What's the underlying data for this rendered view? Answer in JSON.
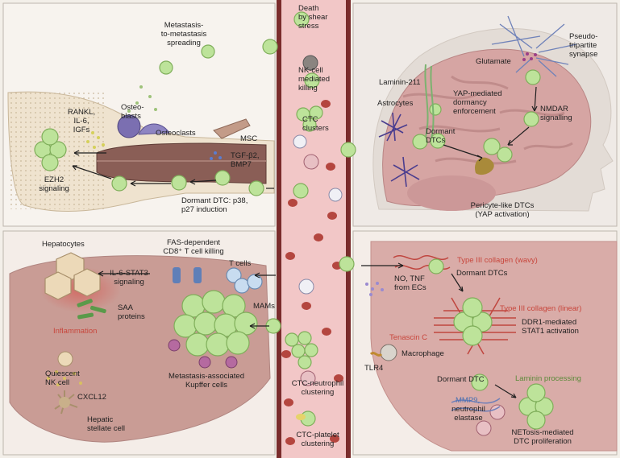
{
  "colors": {
    "vessel": "#d9a6a0",
    "vessel_wall": "#7a2c2c",
    "tumor_cell": "#bde39a",
    "tumor_cell_dark": "#7fae5a",
    "red_label": "#c8463c",
    "blue_label": "#4a6fb0",
    "green_label": "#5c8a3a"
  },
  "bloodstream": {
    "death_by_shear_stress": "Death\nby shear\nstress",
    "nk_killing": "NK-cell\nmediated\nkilling",
    "ctc_clusters": "CTC\nclusters",
    "ctc_neutrophil": "CTC-neutrophil\nclustering",
    "ctc_platelet": "CTC-platelet\nclustering"
  },
  "bone": {
    "metastasis_spreading": "Metastasis-\nto-metastasis\nspreading",
    "rankl": "RANKL,\nIL-6,\nIGFs",
    "osteoblasts": "Osteo-\nblasts",
    "osteoclasts": "Osteoclasts",
    "msc": "MSC",
    "tgf": "TGF-β2,\nBMP7",
    "ezh2": "EZH2\nsignaling",
    "dormant_dtc": "Dormant DTC: p38,\np27 induction"
  },
  "brain": {
    "pseudo_synapse": "Pseudo-\ntripartite\nsynapse",
    "glutamate": "Glutamate",
    "laminin": "Laminin-211",
    "yap_dormancy": "YAP-mediated\ndormancy\nenforcement",
    "astrocytes": "Astrocytes",
    "dormant_dtcs": "Dormant\nDTCs",
    "nmdar": "NMDAR\nsignalling",
    "pericyte": "Pericyte-like DTCs\n(YAP activation)"
  },
  "liver": {
    "hepatocytes": "Hepatocytes",
    "fas": "FAS-dependent\nCD8⁺ T cell killing",
    "t_cells": "T cells",
    "il6_stat3": "IL-6-STAT3\nsignaling",
    "saa": "SAA\nproteins",
    "mams": "MAMs",
    "inflammation": "Inflammation",
    "kupffer": "Metastasis-associated\nKupffer cells",
    "quiescent_nk": "Quiescent\nNK cell",
    "cxcl12": "CXCL12",
    "stellate": "Hepatic\nstellate cell"
  },
  "lung": {
    "collagen_wavy": "Type III collagen (wavy)",
    "dormant_dtcs": "Dormant DTCs",
    "no_tnf": "NO, TNF\nfrom ECs",
    "collagen_linear": "Type III collagen (linear)",
    "ddr1": "DDR1-mediated\nSTAT1 activation",
    "tenascin": "Tenascin C",
    "macrophage": "Macrophage",
    "tlr4": "TLR4",
    "dormant_dtc": "Dormant DTC",
    "laminin_processing": "Laminin processing",
    "mmp9": "MMP9,",
    "neutrophil_elastase": "neutrophil\nelastase",
    "netosis": "NETosis-mediated\nDTC proliferation"
  }
}
